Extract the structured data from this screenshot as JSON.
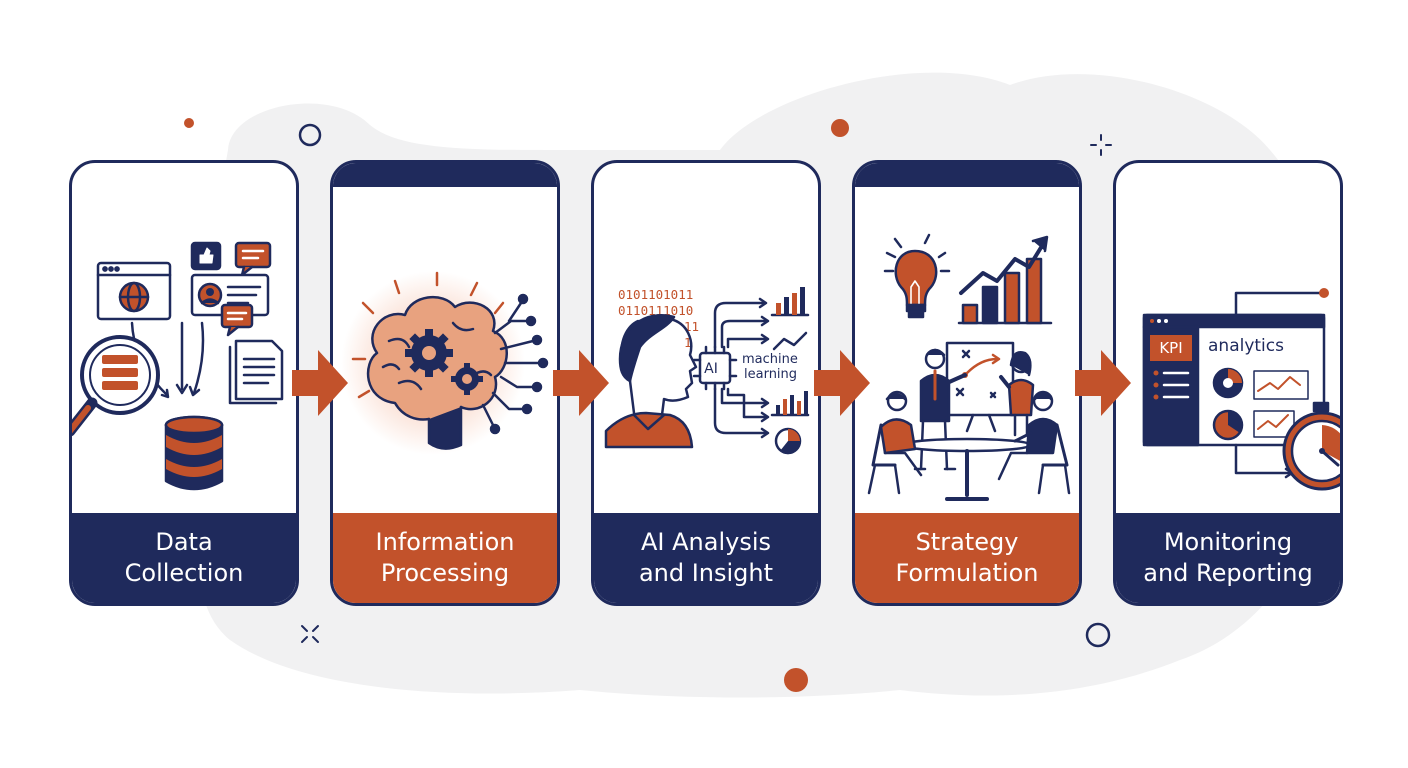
{
  "colors": {
    "navy": "#1f2a5c",
    "orange": "#c2522b",
    "peach": "#e8a27f",
    "background_blob": "#f1f1f2"
  },
  "steps": [
    {
      "label": "Data\nCollection",
      "label_style": "navy",
      "icon": "magnifier-database-icon"
    },
    {
      "label": "Information\nProcessing",
      "label_style": "orange",
      "icon": "brain-gears-icon"
    },
    {
      "label": "AI Analysis\nand Insight",
      "label_style": "navy",
      "icon": "ai-head-icon",
      "illustration_text": {
        "binary": [
          "0101101011",
          "0110111010",
          "11",
          "1"
        ],
        "chip": "AI",
        "caption": [
          "machine",
          "learning"
        ]
      }
    },
    {
      "label": "Strategy\nFormulation",
      "label_style": "orange",
      "icon": "team-meeting-icon"
    },
    {
      "label": "Monitoring\nand Reporting",
      "label_style": "navy",
      "icon": "dashboard-stopwatch-icon",
      "illustration_text": {
        "kpi": "KPI",
        "heading": "analytics"
      }
    }
  ],
  "connector_icon": "arrow-right-icon"
}
